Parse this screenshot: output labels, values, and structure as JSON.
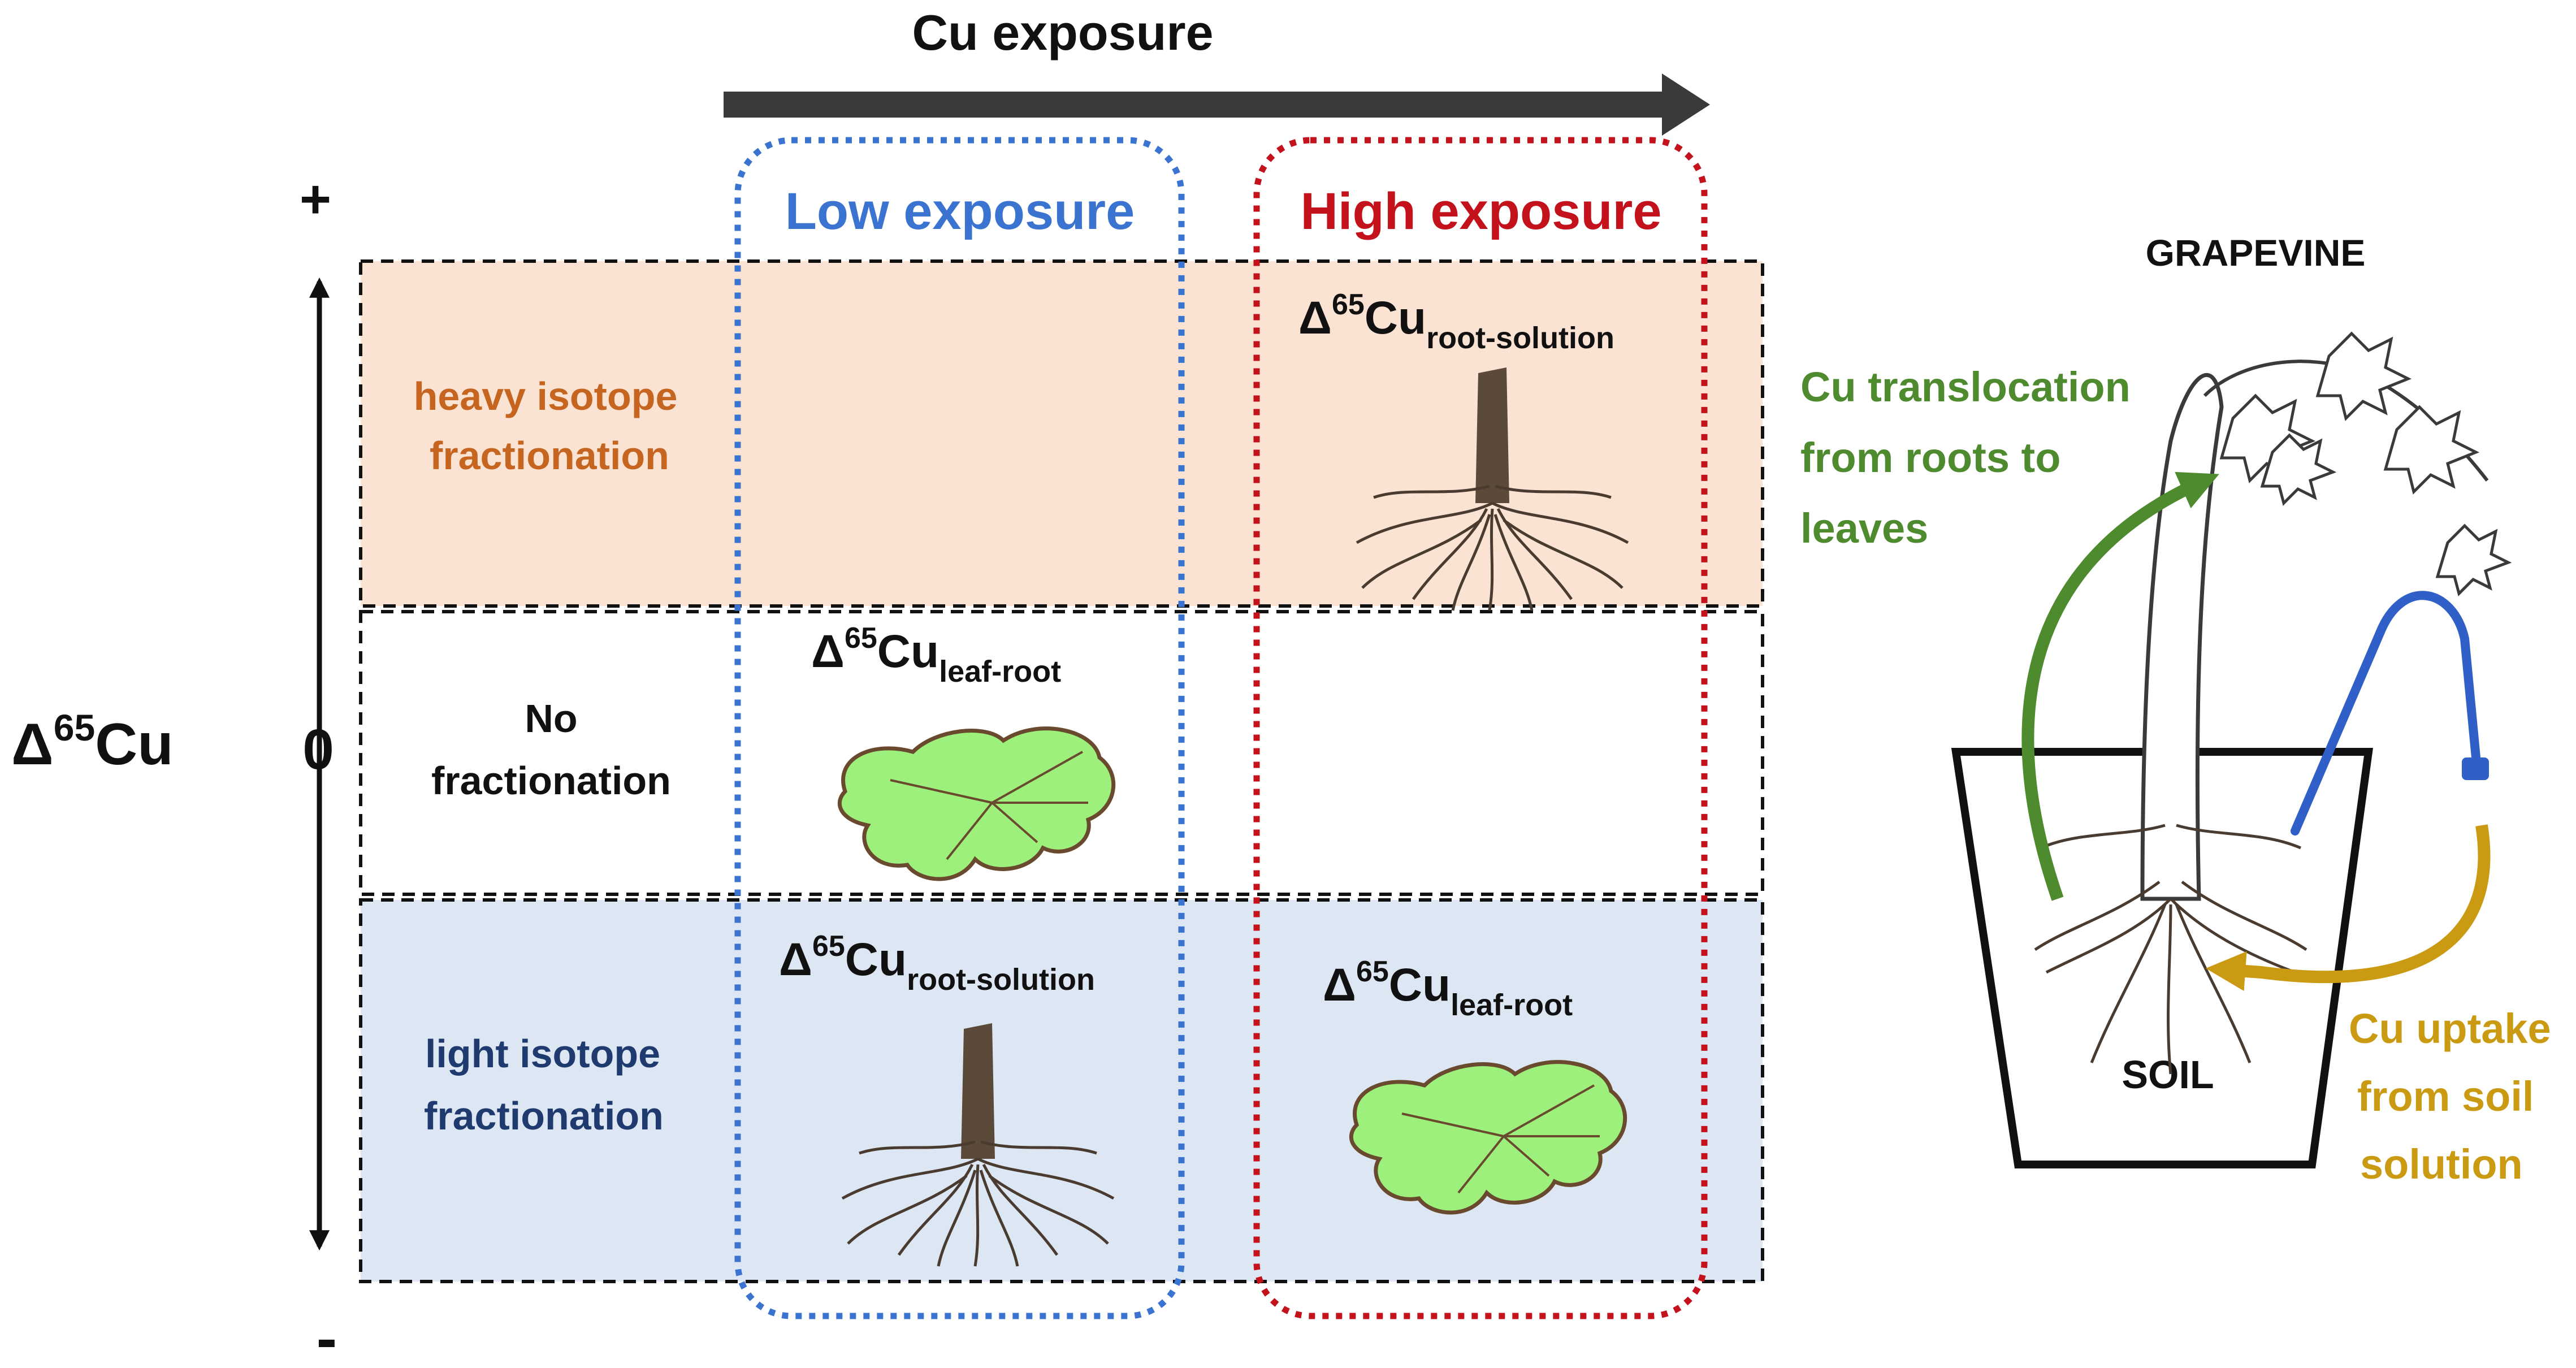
{
  "axis": {
    "x_title": "Cu exposure",
    "y_symbol": "Δ",
    "y_sup": "65",
    "y_element": "Cu",
    "plus": "+",
    "zero": "0",
    "minus": "-"
  },
  "columns": {
    "low": {
      "label": "Low exposure",
      "color": "#3b73d1"
    },
    "high": {
      "label": "High exposure",
      "color": "#c4121c"
    }
  },
  "rows": {
    "heavy": {
      "line1": "heavy isotope",
      "line2": "fractionation",
      "fill": "#fbe3d4",
      "text_color": "#c5651f"
    },
    "none": {
      "line1": "No",
      "line2": "fractionation",
      "fill": "#ffffff",
      "text_color": "#111111"
    },
    "light": {
      "line1": "light isotope",
      "line2": "fractionation",
      "fill": "#dde6f3",
      "text_color": "#1f3a6e"
    }
  },
  "cell_labels": {
    "high_heavy": {
      "prefix": "Δ",
      "sup": "65",
      "el": "Cu",
      "sub": "root-solution"
    },
    "low_none": {
      "prefix": "Δ",
      "sup": "65",
      "el": "Cu",
      "sub": "leaf-root"
    },
    "low_light": {
      "prefix": "Δ",
      "sup": "65",
      "el": "Cu",
      "sub": "root-solution"
    },
    "high_light": {
      "prefix": "Δ",
      "sup": "65",
      "el": "Cu",
      "sub": "leaf-root"
    }
  },
  "plant": {
    "title": "GRAPEVINE",
    "soil": "SOIL",
    "translocation": {
      "l1": "Cu translocation",
      "l2": "from roots to",
      "l3": "leaves",
      "color": "#4e8a2e"
    },
    "uptake": {
      "l1": "Cu uptake",
      "l2": "from soil",
      "l3": "solution",
      "color": "#c99a12"
    }
  },
  "colors": {
    "leaf": "#9ef07c",
    "trunk": "#5b4a3a",
    "root": "#4a3b30",
    "tube": "#2f5fc7"
  }
}
